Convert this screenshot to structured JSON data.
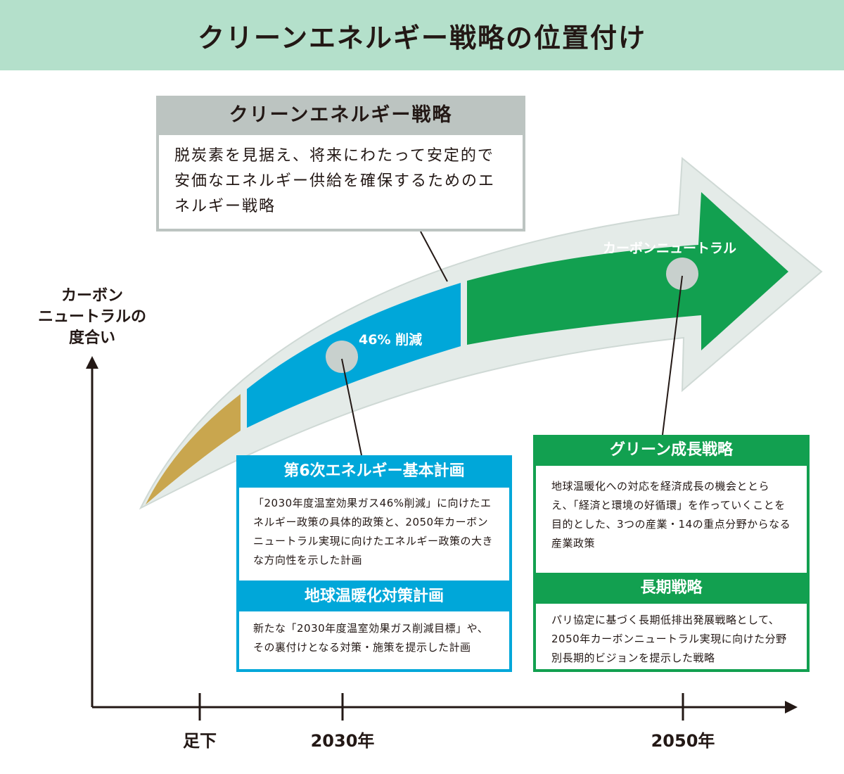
{
  "title": "クリーンエネルギー戦略の位置付け",
  "strategy_box": {
    "heading": "クリーンエネルギー戦略",
    "body": "脱炭素を見据え、将来にわたって安定的で安価なエネルギー供給を確保するためのエネルギー戦略"
  },
  "curve_labels": {
    "mid": "46% 削減",
    "end": "カーボンニュートラル"
  },
  "y_axis_label": [
    "カーボン",
    "ニュートラルの",
    "度合い"
  ],
  "x_ticks": [
    "足下",
    "2030年",
    "2050年"
  ],
  "plan_box": {
    "heading1": "第6次エネルギー基本計画",
    "body1": "「2030年度温室効果ガス46%削減」に向けたエネルギー政策の具体的政策と、2050年カーボンニュートラル実現に向けたエネルギー政策の大きな方向性を示した計画",
    "heading2": "地球温暖化対策計画",
    "body2": "新たな「2030年度温室効果ガス削減目標」や、その裏付けとなる対策・施策を提示した計画"
  },
  "green_box": {
    "heading1": "グリーン成長戦略",
    "body1": "地球温暖化への対応を経済成長の機会ととらえ、「経済と環境の好循環」を作っていくことを目的とした、3つの産業・14の重点分野からなる産業政策",
    "heading2": "長期戦略",
    "body2": "パリ協定に基づく長期低排出発展戦略として、2050年カーボンニュートラル実現に向けた分野別長期的ビジョンを提示した戦略"
  },
  "colors": {
    "header_bg": "#b4e0cb",
    "gray_header": "#bcc4c1",
    "arrow_outline": "#e4ebe8",
    "gold": "#c9a64e",
    "blue": "#00a7d9",
    "green": "#12a050",
    "marker": "#c8d0cd",
    "ink": "#231815"
  }
}
